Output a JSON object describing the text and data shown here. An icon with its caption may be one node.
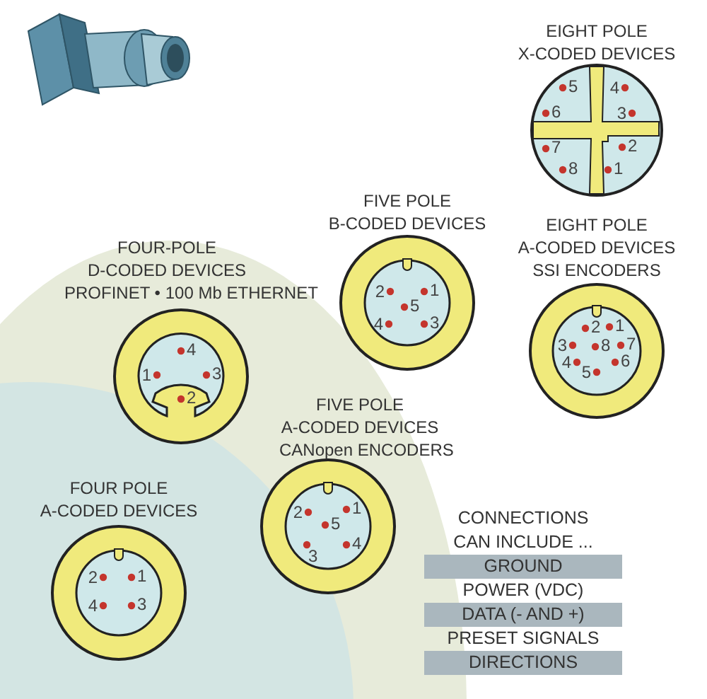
{
  "diagram": {
    "nodes": [
      {
        "text": [
          "EIGHT POLE X-CODED DEVICES",
          "5",
          "4",
          "6",
          "3",
          "7",
          "2",
          "8",
          "1"
        ]
      },
      {
        "text": [
          "FIVE POLE B-CODED DEVICES",
          "2",
          "1",
          "5",
          "4",
          "3"
        ]
      },
      {
        "text": [
          "EIGHT POLE A-CODED DEVICES",
          "SSI ENCODERS",
          "2",
          "1",
          "3",
          "8",
          "7",
          "4",
          "6",
          "5"
        ]
      },
      {
        "text": [
          "FOUR-POLE D-CODED DEVICES",
          "PROFINET • 100 Mb ETHERNET",
          "4",
          "1",
          "3",
          "2"
        ]
      },
      {
        "text": [
          "FIVE POLE A-CODED DEVICES",
          "CANopen ENCODERS",
          "2",
          "1",
          "5",
          "3",
          "4"
        ]
      },
      {
        "text": [
          "FOUR POLE A-CODED DEVICES",
          "2",
          "1",
          "4",
          "3"
        ]
      }
    ],
    "labels": [
      "CONNECTIONS CAN INCLUDE ...",
      "GROUND",
      "POWER (VDC)",
      "DATA (- AND +)",
      "PRESET SIGNALS",
      "DIRECTIONS"
    ]
  }
}
